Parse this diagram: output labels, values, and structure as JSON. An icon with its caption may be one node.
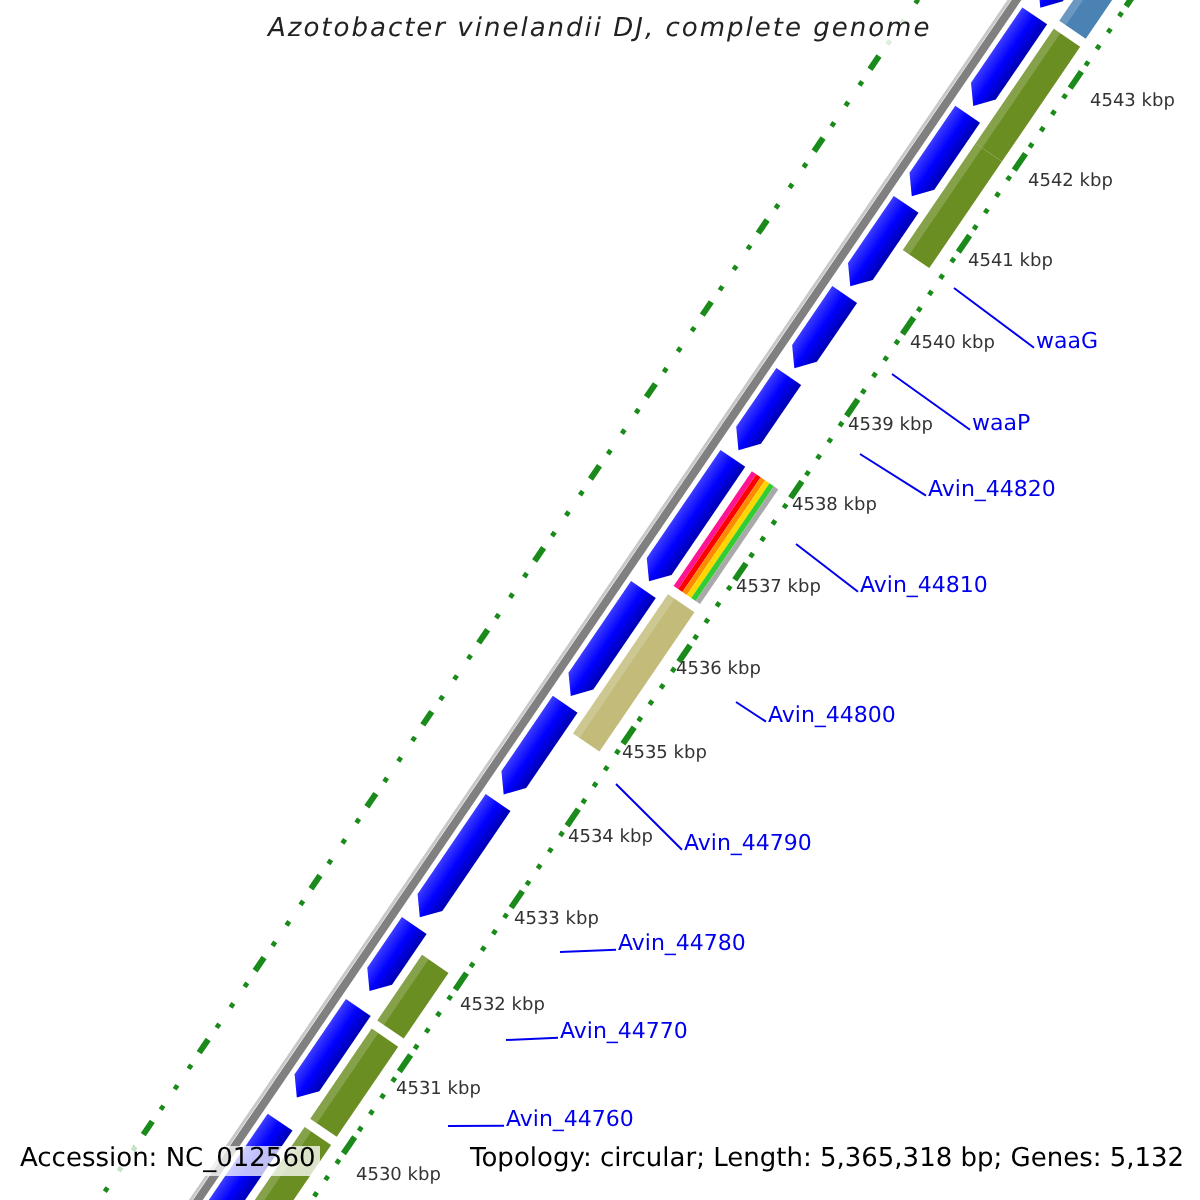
{
  "diagram": {
    "title": "Azotobacter vinelandii DJ, complete genome",
    "nodes": [
      {
        "text": [
          "waaG"
        ]
      },
      {
        "text": [
          "waaP"
        ]
      },
      {
        "text": [
          "Avin_44820"
        ]
      },
      {
        "text": [
          "Avin_44810"
        ]
      },
      {
        "text": [
          "Avin_44800"
        ]
      },
      {
        "text": [
          "Avin_44790"
        ]
      },
      {
        "text": [
          "Avin_44780"
        ]
      },
      {
        "text": [
          "Avin_44770"
        ]
      },
      {
        "text": [
          "Avin_44760"
        ]
      }
    ],
    "edges": [
      {
        "from": 0,
        "to": null,
        "arrow": "none"
      },
      {
        "from": 1,
        "to": null,
        "arrow": "none"
      },
      {
        "from": 2,
        "to": null,
        "arrow": "none"
      },
      {
        "from": 3,
        "to": null,
        "arrow": "none"
      },
      {
        "from": 4,
        "to": null,
        "arrow": "none"
      },
      {
        "from": 5,
        "to": null,
        "arrow": "none"
      },
      {
        "from": 6,
        "to": null,
        "arrow": "none"
      },
      {
        "from": 7,
        "to": null,
        "arrow": "none"
      },
      {
        "from": 8,
        "to": null,
        "arrow": "none"
      }
    ],
    "labels": [
      "4543 kbp",
      "4542 kbp",
      "4541 kbp",
      "4540 kbp",
      "4539 kbp",
      "4538 kbp",
      "4537 kbp",
      "4536 kbp",
      "4535 kbp",
      "4534 kbp",
      "4533 kbp",
      "4532 kbp",
      "4531 kbp",
      "4530 kbp",
      "Accession: NC_012560",
      "Topology: circular; Length: 5,365,318 bp; Genes: 5,132"
    ]
  }
}
